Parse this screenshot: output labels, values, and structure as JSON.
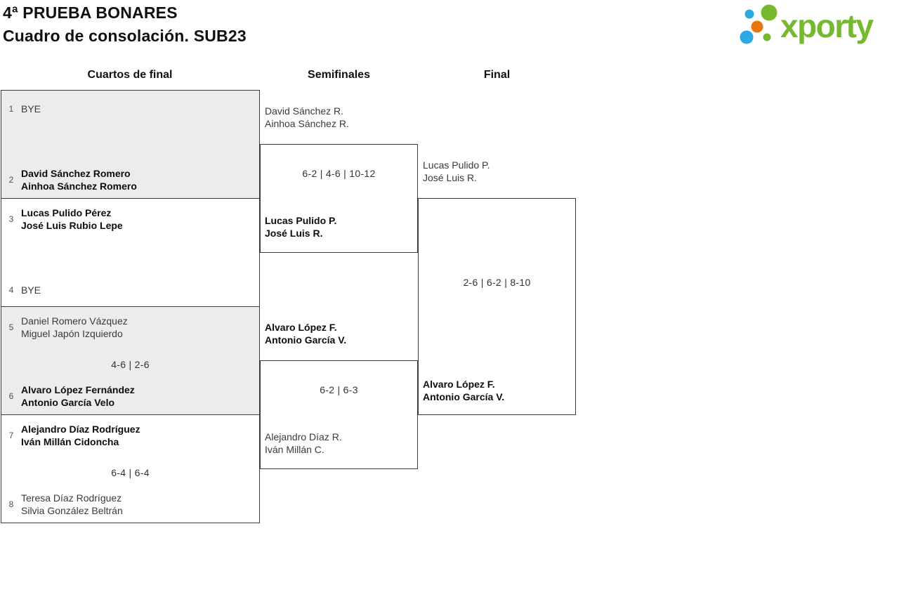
{
  "header": {
    "title": "4ª PRUEBA BONARES",
    "subtitle": "Cuadro de consolación. SUB23"
  },
  "logo": {
    "wordmark": "xporty",
    "colors": {
      "green": "#76b82e",
      "blue": "#2ba9e0",
      "orange": "#e8760f"
    }
  },
  "columns": {
    "quarterfinals": "Cuartos de final",
    "semifinals": "Semifinales",
    "final": "Final"
  },
  "bracket": {
    "quarterfinals": [
      {
        "seed1": "1",
        "team1": [
          "BYE"
        ],
        "score": "",
        "seed2": "2",
        "team2": [
          "David Sánchez Romero",
          "Ainhoa Sánchez Romero"
        ]
      },
      {
        "seed1": "3",
        "team1": [
          "Lucas Pulido Pérez",
          "José Luis Rubio Lepe"
        ],
        "score": "",
        "seed2": "4",
        "team2": [
          "BYE"
        ]
      },
      {
        "seed1": "5",
        "team1": [
          "Daniel Romero Vázquez",
          "Miguel Japón Izquierdo"
        ],
        "score": "4-6 | 2-6",
        "seed2": "6",
        "team2": [
          "Alvaro López Fernández",
          "Antonio García Velo"
        ]
      },
      {
        "seed1": "7",
        "team1": [
          "Alejandro Díaz Rodríguez",
          "Iván Millán Cidoncha"
        ],
        "score": "6-4 | 6-4",
        "seed2": "8",
        "team2": [
          "Teresa Díaz Rodríguez",
          "Silvia González Beltrán"
        ]
      }
    ],
    "semifinals": [
      {
        "team1": [
          "David Sánchez R.",
          "Ainhoa Sánchez R."
        ],
        "score": "6-2 | 4-6 | 10-12",
        "team2": [
          "Lucas Pulido P.",
          "José Luis R."
        ]
      },
      {
        "team1": [
          "Alvaro López F.",
          "Antonio García V."
        ],
        "score": "6-2 | 6-3",
        "team2": [
          "Alejandro Díaz R.",
          "Iván Millán C."
        ]
      }
    ],
    "final": {
      "team1": [
        "Lucas Pulido P.",
        "José Luis R."
      ],
      "score": "2-6 | 6-2 | 8-10",
      "team2": [
        "Alvaro López F.",
        "Antonio García V."
      ]
    }
  }
}
